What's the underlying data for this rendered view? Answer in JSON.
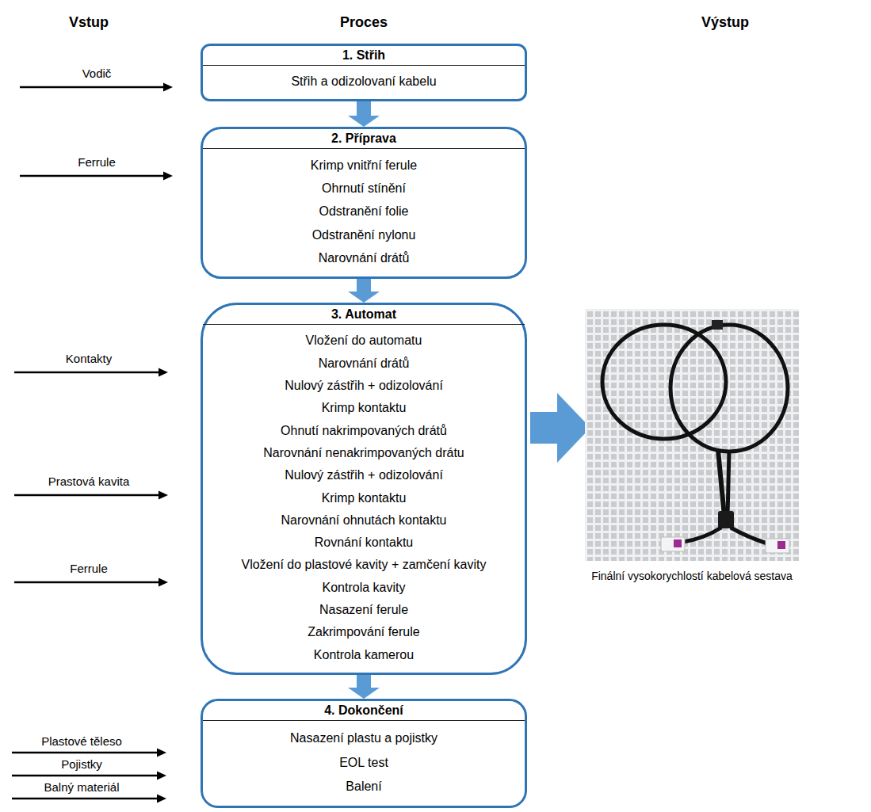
{
  "diagram": {
    "nodes": [
      {
        "text": [
          "1. Střih",
          "Střih a odizolovaní kabelu"
        ]
      },
      {
        "text": [
          "2. Příprava",
          "Krimp vnitřní ferule",
          "Ohrnutí stínění",
          "Odstranění folie",
          "Odstranění nylonu",
          "Narovnání drátů"
        ]
      },
      {
        "text": [
          "3. Automat",
          "Vložení do automatu",
          "Narovnání drátů",
          "Nulový zástřih + odizolování",
          "Krimp kontaktu",
          "Ohnutí nakrimpovaných drátů",
          "Narovnání nenakrimpovaných drátu",
          "Nulový zástřih + odizolování",
          "Krimp kontaktu",
          "Narovnání ohnutách kontaktu",
          "Rovnání kontaktu",
          "Vložení do plastové kavity + zamčení kavity",
          "Kontrola kavity",
          "Nasazení ferule",
          "Zakrimpování ferule",
          "Kontrola kamerou"
        ]
      },
      {
        "text": [
          "4. Dokončení",
          "Nasazení plastu a pojistky",
          "EOL test",
          "Balení"
        ]
      }
    ],
    "edges": [
      {
        "from": 0,
        "to": 1,
        "arrow": "to"
      },
      {
        "from": 1,
        "to": 2,
        "arrow": "to"
      },
      {
        "from": 2,
        "to": 3,
        "arrow": "to"
      }
    ],
    "labels": [
      "Vstup",
      "Proces",
      "Výstup",
      "Vodič",
      "Ferrule",
      "Kontakty",
      "Prastová kavita",
      "Ferrule",
      "Plastové těleso",
      "Pojistky",
      "Balný materiál",
      "Finální vysokorychlostí kabelová sestava"
    ]
  }
}
